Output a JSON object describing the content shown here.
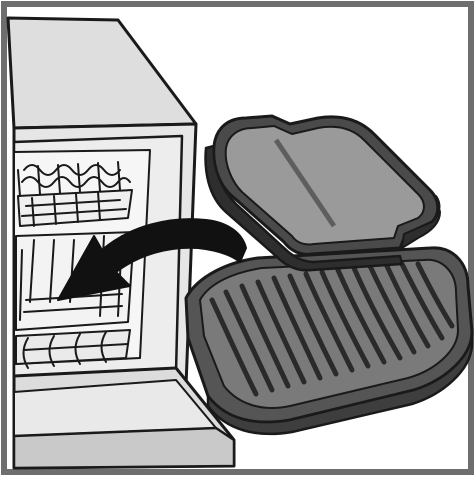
{
  "illustration": {
    "kind": "instruction-diagram",
    "depicts": [
      "dishwasher",
      "dishwasher-rack",
      "removable-grill-plate",
      "curved-direction-arrow"
    ],
    "colors": {
      "background": "#ffffff",
      "frame": "#6e6e6e",
      "outline": "#1a1a1a",
      "appliance_body": "#e3e3e3",
      "appliance_shade": "#bdbdbd",
      "plate_dark": "#4a4a4a",
      "plate_mid": "#7a7a7a",
      "plate_light": "#9a9a9a",
      "arrow": "#111111"
    }
  }
}
